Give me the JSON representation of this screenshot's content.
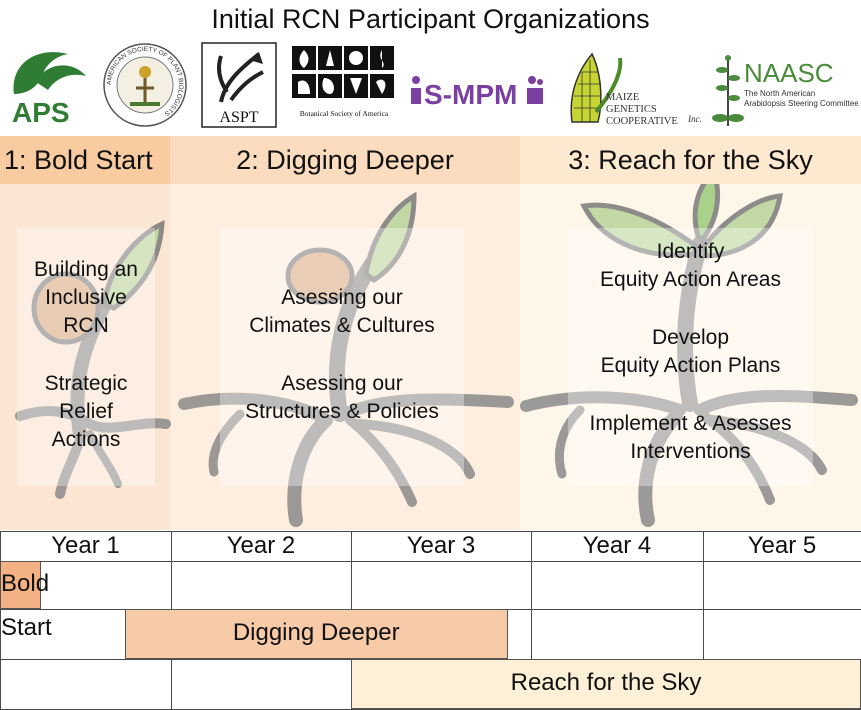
{
  "title": "Initial RCN Participant Organizations",
  "logos": {
    "aps": "APS",
    "aspb_ring": "AMERICAN SOCIETY OF PLANT BIOLOGISTS",
    "aspt": "ASPT",
    "bsa": "Botanical Society of America",
    "smpm": "S-MPM",
    "maize": [
      "MAIZE",
      "GENETICS",
      "COOPERATIVE"
    ],
    "maize_inc": "Inc.",
    "naasc": "NAASC",
    "naasc_sub": [
      "The North American",
      "Arabidopsis Steering Committee"
    ]
  },
  "phases": [
    {
      "heading": "1: Bold Start",
      "lines": [
        "Building an",
        "Inclusive",
        "RCN",
        "",
        "Strategic",
        "Relief",
        "Actions"
      ]
    },
    {
      "heading": "2: Digging Deeper",
      "lines": [
        "Asessing our",
        "Climates & Cultures",
        "",
        "Asessing our",
        "Structures & Policies"
      ]
    },
    {
      "heading": "3: Reach for the Sky",
      "lines": [
        "Identify",
        "Equity Action Areas",
        "",
        "Develop",
        "Equity Action Plans",
        "",
        "Implement & Asesses",
        "Interventions"
      ]
    }
  ],
  "timeline": {
    "years": [
      "Year 1",
      "Year 2",
      "Year 3",
      "Year 4",
      "Year 5"
    ],
    "bars": [
      {
        "label": "Bold Start",
        "start_year": 1.0,
        "end_year": 1.24,
        "color": "#f4b183"
      },
      {
        "label": "Digging Deeper",
        "start_year": 1.73,
        "end_year": 3.87,
        "color": "#f8cba8"
      },
      {
        "label": "Reach for the Sky",
        "start_year": 3.0,
        "end_year": 6.0,
        "color": "#fdf0d6"
      }
    ]
  },
  "colors": {
    "phase1_bar": "#f9cba0",
    "phase2_bar": "#fbdcbf",
    "phase3_bar": "#fde9cf",
    "phase1_bg": "#fbe5d3",
    "phase2_bg": "#fdeee0",
    "phase3_bg": "#fff6ea",
    "aps_green": "#2e7d32",
    "smpm_purple": "#7a3fa0",
    "naasc_green": "#4a8a3b"
  }
}
